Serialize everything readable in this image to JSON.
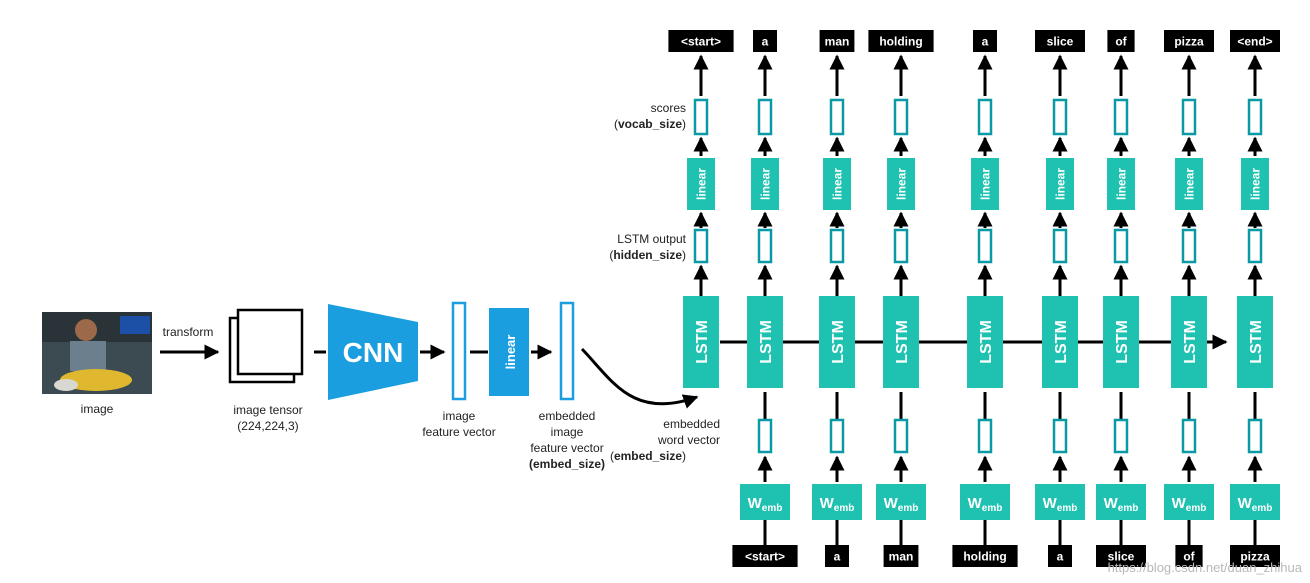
{
  "labels": {
    "image": "image",
    "transform": "transform",
    "image_tensor": "image tensor",
    "tensor_shape": "(224,224,3)",
    "cnn": "CNN",
    "linear": "linear",
    "feature_vector_1": "image",
    "feature_vector_2": "feature vector",
    "embedded_img_1": "embedded",
    "embedded_img_2": "image",
    "embedded_img_3": "feature vector",
    "embed_size": "(embed_size)",
    "scores": "scores",
    "vocab_size": "vocab_size",
    "lstm_output": "LSTM output",
    "hidden_size": "hidden_size",
    "word_vec_1": "embedded",
    "word_vec_2": "word vector",
    "word_embed_size": "embed_size",
    "lstm": "LSTM",
    "w": "W",
    "emb": "emb",
    "watermark": "https://blog.csdn.net/duan_zhihua"
  },
  "output_tokens": [
    "<start>",
    "a",
    "man",
    "holding",
    "a",
    "slice",
    "of",
    "pizza",
    "<end>"
  ],
  "input_tokens": [
    "<start>",
    "a",
    "man",
    "holding",
    "a",
    "slice",
    "of",
    "pizza"
  ],
  "colors": {
    "teal": "#1fc1b1",
    "blue": "#1a9ee0",
    "outline": "#0a9aa6",
    "black": "#000000"
  }
}
